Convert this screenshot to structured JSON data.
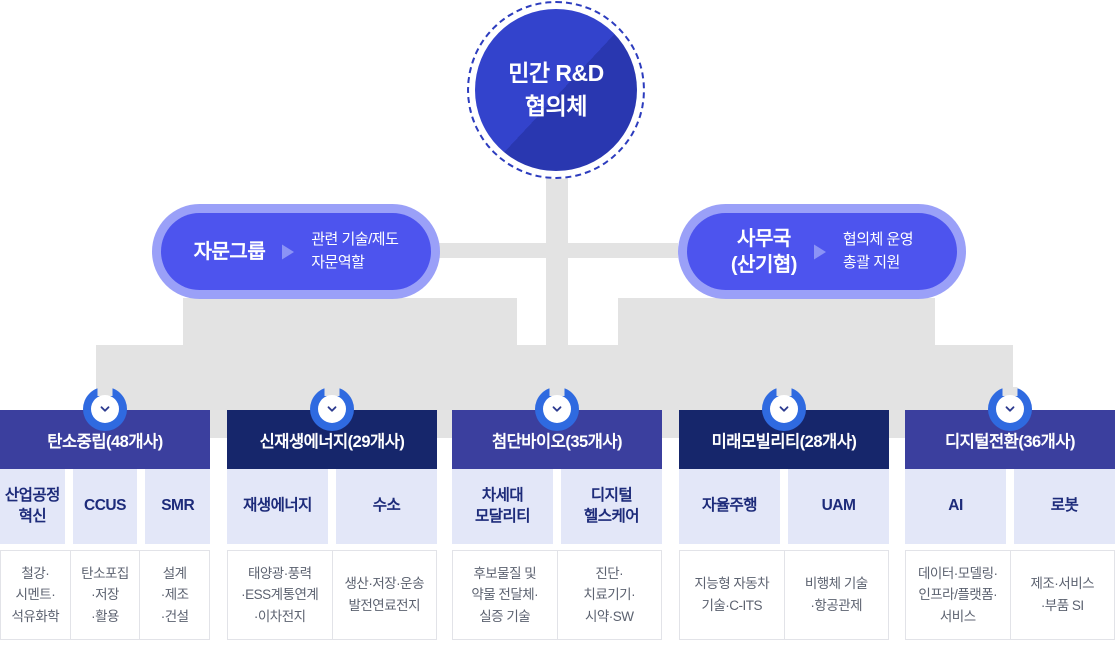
{
  "colors": {
    "hub_blue": "#3343cc",
    "hub_shadow": "#2937b0",
    "hub_dash_ring": "#2c3cbe",
    "pill_outer": "#9aa0f8",
    "pill_inner": "#4d54ee",
    "header_indigo": "#3b3f9e",
    "header_navy": "#16266b",
    "subcell_bg": "#e3e7f8",
    "subcell_text": "#1d2b7a",
    "detail_text": "#5c6270",
    "connector_gray": "#e3e3e3",
    "badge_blue": "#2f6ae0",
    "badge_chevron": "#2c3a8f"
  },
  "icons": {
    "badge": "chevron-down",
    "pill_arrow": "arrow-right"
  },
  "hub": {
    "label_lines": [
      "민간 R&D",
      "협의체"
    ]
  },
  "advisory": {
    "label_lines": [
      "자문그룹"
    ],
    "desc_lines": [
      "관련 기술/제도",
      "자문역할"
    ]
  },
  "secretariat": {
    "label_lines": [
      "사무국",
      "(산기협)"
    ],
    "desc_lines": [
      "협의체 운영",
      "총괄 지원"
    ]
  },
  "columns": [
    {
      "header": "탄소중립(48개사)",
      "variant": "indigo",
      "subs": [
        {
          "title_lines": [
            "산업공정",
            "혁신"
          ],
          "detail_lines": [
            "철강·",
            "시멘트·",
            "석유화학"
          ]
        },
        {
          "title_lines": [
            "CCUS"
          ],
          "detail_lines": [
            "탄소포집",
            "·저장",
            "·활용"
          ]
        },
        {
          "title_lines": [
            "SMR"
          ],
          "detail_lines": [
            "설계",
            "·제조",
            "·건설"
          ]
        }
      ]
    },
    {
      "header": "신재생에너지(29개사)",
      "variant": "navy",
      "subs": [
        {
          "title_lines": [
            "재생에너지"
          ],
          "detail_lines": [
            "태양광·풍력",
            "·ESS계통연계",
            "·이차전지"
          ]
        },
        {
          "title_lines": [
            "수소"
          ],
          "detail_lines": [
            "생산·저장·운송",
            "발전연료전지"
          ]
        }
      ]
    },
    {
      "header": "첨단바이오(35개사)",
      "variant": "indigo",
      "subs": [
        {
          "title_lines": [
            "차세대",
            "모달리티"
          ],
          "detail_lines": [
            "후보물질 및",
            "약물 전달체·",
            "실증 기술"
          ]
        },
        {
          "title_lines": [
            "디지털",
            "헬스케어"
          ],
          "detail_lines": [
            "진단·",
            "치료기기·",
            "시약·SW"
          ]
        }
      ]
    },
    {
      "header": "미래모빌리티(28개사)",
      "variant": "navy",
      "subs": [
        {
          "title_lines": [
            "자율주행"
          ],
          "detail_lines": [
            "지능형 자동차",
            "기술·C-ITS"
          ]
        },
        {
          "title_lines": [
            "UAM"
          ],
          "detail_lines": [
            "비행체 기술",
            "·항공관제"
          ]
        }
      ]
    },
    {
      "header": "디지털전환(36개사)",
      "variant": "indigo",
      "subs": [
        {
          "title_lines": [
            "AI"
          ],
          "detail_lines": [
            "데이터·모델링·",
            "인프라/플랫폼·",
            "서비스"
          ]
        },
        {
          "title_lines": [
            "로봇"
          ],
          "detail_lines": [
            "제조·서비스",
            "·부품 SI"
          ]
        }
      ]
    }
  ]
}
